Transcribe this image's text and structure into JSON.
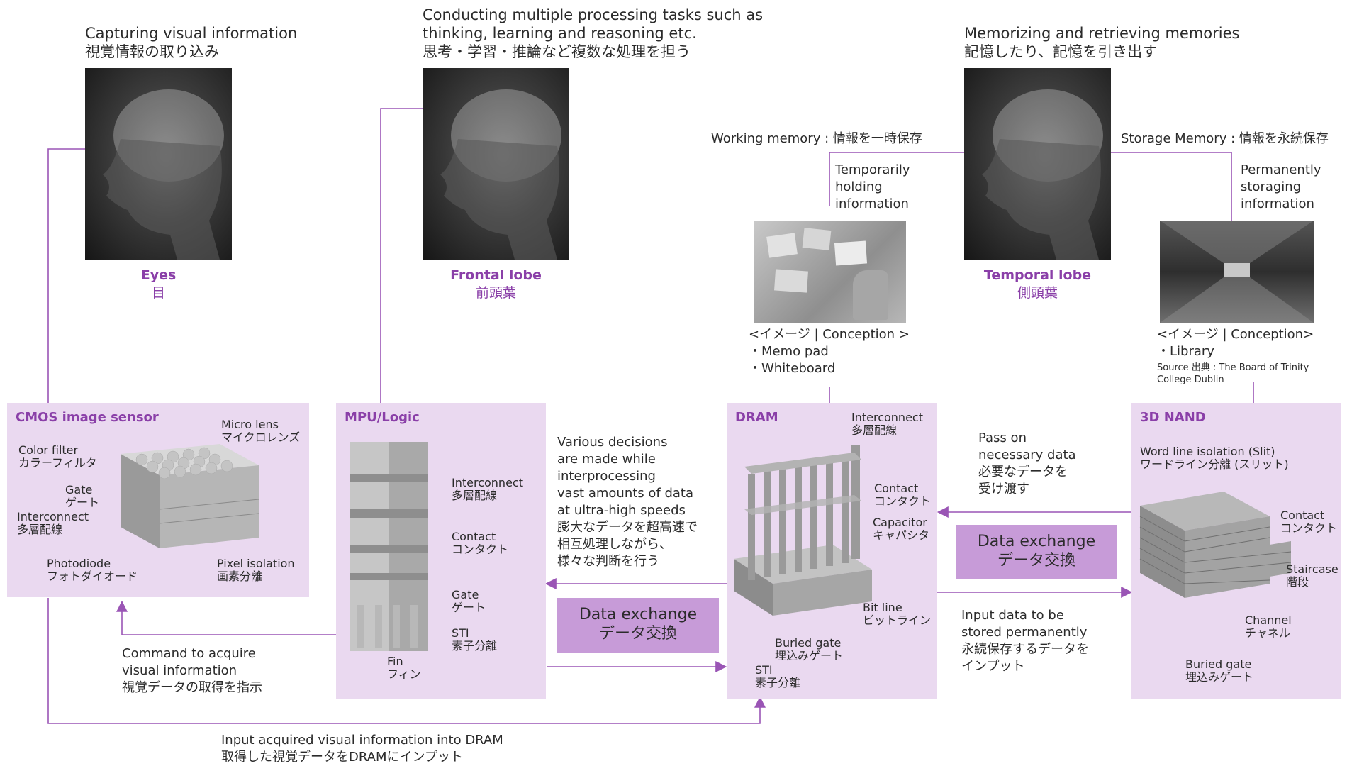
{
  "colors": {
    "accent": "#8a3fa8",
    "panel": "#ead9f0",
    "exchange": "#c79bd8",
    "line": "#9a55b5"
  },
  "eyes": {
    "caption": "Capturing visual information\n視覚情報の取り込み",
    "name_en": "Eyes",
    "name_ja": "目"
  },
  "frontal": {
    "caption": "Conducting multiple processing tasks such as\nthinking, learning and reasoning etc.\n思考・学習・推論など複数な処理を担う",
    "name_en": "Frontal lobe",
    "name_ja": "前頭葉"
  },
  "temporal": {
    "caption": "Memorizing and retrieving memories\n記憶したり、記憶を引き出す",
    "name_en": "Temporal lobe",
    "name_ja": "側頭葉"
  },
  "working_memory": {
    "label": "Working memory : 情報を一時保存",
    "desc": "Temporarily\nholding\ninformation",
    "conception": "<イメージ | Conception >\n・Memo pad\n・Whiteboard"
  },
  "storage_memory": {
    "label": "Storage Memory : 情報を永続保存",
    "desc": "Permanently\nstoraging\ninformation",
    "conception": "<イメージ | Conception>\n・Library",
    "source": "Source 出典 : The Board of Trinity\n                    College Dublin"
  },
  "cmos": {
    "title": "CMOS image sensor",
    "labels": {
      "micro_lens": "Micro lens\nマイクロレンズ",
      "color_filter": "Color filter\nカラーフィルタ",
      "gate": "Gate\nゲート",
      "interconnect": "Interconnect\n多層配線",
      "photodiode": "Photodiode\nフォトダイオード",
      "pixel_isolation": "Pixel isolation\n画素分離"
    }
  },
  "mpu": {
    "title": "MPU/Logic",
    "labels": {
      "interconnect": "Interconnect\n多層配線",
      "contact": "Contact\nコンタクト",
      "gate": "Gate\nゲート",
      "sti": "STI\n素子分離",
      "fin": "Fin\nフィン"
    }
  },
  "dram": {
    "title": "DRAM",
    "labels": {
      "interconnect": "Interconnect\n多層配線",
      "contact": "Contact\nコンタクト",
      "capacitor": "Capacitor\nキャパシタ",
      "bit_line": "Bit line\nビットライン",
      "buried_gate": "Buried gate\n埋込みゲート",
      "sti": "STI\n素子分離"
    }
  },
  "nand": {
    "title": "3D NAND",
    "labels": {
      "word_line": "Word line isolation (Slit)\nワードライン分離 (スリット)",
      "contact": "Contact\nコンタクト",
      "staircase": "Staircase\n階段",
      "channel": "Channel\nチャネル",
      "buried_gate": "Buried gate\n埋込みゲート"
    }
  },
  "decisions": "Various decisions\nare made while\ninterprocessing\nvast amounts of data\nat ultra-high speeds\n膨大なデータを超高速で\n相互処理しながら、\n様々な判断を行う",
  "pass_on": "Pass on\nnecessary data\n必要なデータを\n受け渡す",
  "input_store": "Input data to be\nstored permanently\n永続保存するデータを\nインプット",
  "command": "Command to acquire\nvisual information\n視覚データの取得を指示",
  "input_dram": "Input acquired visual information into DRAM\n取得した視覚データをDRAMにインプット",
  "exchange_1": "Data exchange\nデータ交換",
  "exchange_2": "Data exchange\nデータ交換"
}
